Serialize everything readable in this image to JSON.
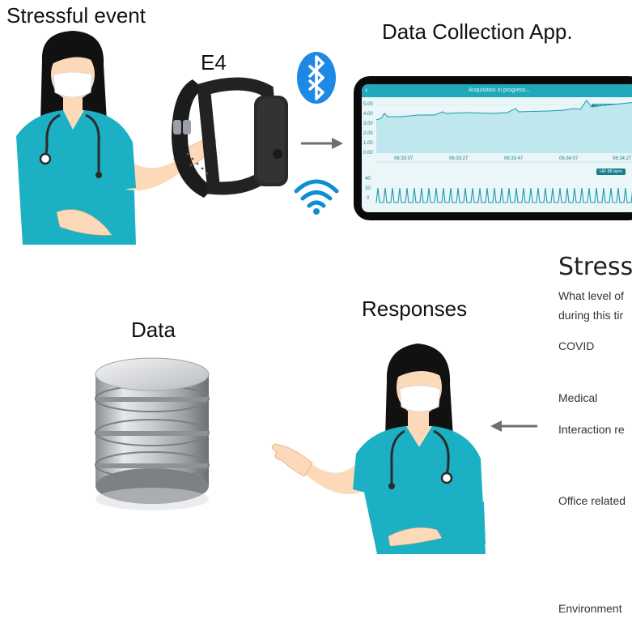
{
  "labels": {
    "stressful_event": "Stressful event",
    "device": "E4",
    "app": "Data Collection App.",
    "data": "Data",
    "responses": "Responses"
  },
  "phone": {
    "header": "Acquisition in progress...",
    "eda_badge": "EDA 4.68 μS",
    "hr_badge": "HR 88 bpm",
    "eda_yticks": [
      "5.00",
      "4.00",
      "3.00",
      "2.00",
      "1.00",
      "0.00"
    ],
    "hr_yticks": [
      "40",
      "20",
      "0"
    ],
    "xticks": [
      "06:33:07",
      "06:33:27",
      "06:33:47",
      "06:34:07",
      "06:34:27"
    ]
  },
  "survey": {
    "title": "Stress",
    "question_line1": "What level of",
    "question_line2": "during this tir",
    "options": [
      "COVID",
      "Medical",
      "Interaction re",
      "Office related",
      "Environment"
    ]
  },
  "colors": {
    "scrub": "#1cb0c4",
    "scrub_dark": "#14889a",
    "hair": "#111111",
    "skin": "#fcd9b8",
    "bluetooth": "#1e88e5",
    "wifi": "#0d8ed4",
    "arrow": "#6e6e6e",
    "app_teal": "#1fa9ba"
  }
}
